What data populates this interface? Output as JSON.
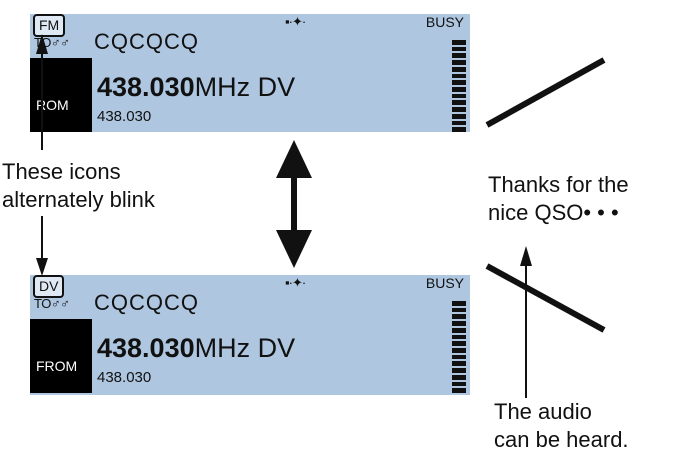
{
  "top_display": {
    "mode": "FM",
    "gps_icon": "▪·✦·",
    "busy": "BUSY",
    "to_label": "TO",
    "call_sign": "CQCQCQ",
    "from_label": "ROM",
    "frequency": "438.030",
    "unit": "MHz DV",
    "sub_frequency": "438.030"
  },
  "bottom_display": {
    "mode": "DV",
    "gps_icon": "▪·✦·",
    "busy": "BUSY",
    "to_label": "TO",
    "call_sign": "CQCQCQ",
    "from_label": "FROM",
    "frequency": "438.030",
    "unit": "MHz DV",
    "sub_frequency": "438.030"
  },
  "annotations": {
    "blink_line1": "These icons",
    "blink_line2": "alternately blink",
    "thanks_line1": "Thanks for the",
    "thanks_line2": "nice QSO• • •",
    "audio_line1": "The audio",
    "audio_line2": "can be heard."
  }
}
